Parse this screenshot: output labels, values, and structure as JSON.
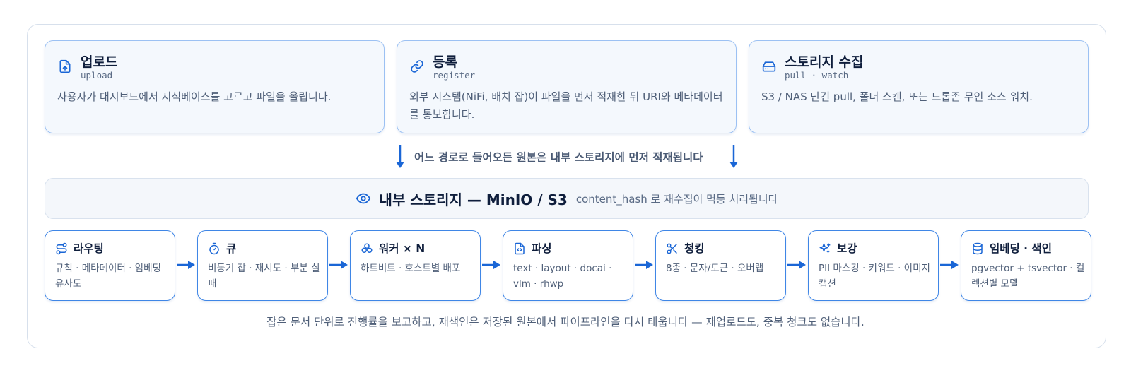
{
  "sources": [
    {
      "title": "업로드",
      "sub": "upload",
      "desc": "사용자가 대시보드에서 지식베이스를 고르고 파일을 올립니다.",
      "icon": "file-upload-icon"
    },
    {
      "title": "등록",
      "sub": "register",
      "desc": "외부 시스템(NiFi, 배치 잡)이 파일을 먼저 적재한 뒤 URI와 메타데이터를 통보합니다.",
      "icon": "link-icon"
    },
    {
      "title": "스토리지 수집",
      "sub": "pull · watch",
      "desc": "S3 / NAS 단건 pull, 폴더 스캔, 또는 드롭존 무인 소스 워치.",
      "icon": "hard-drive-icon"
    }
  ],
  "merge_note": "어느 경로로 들어오든 원본은 내부 스토리지에 먼저 적재됩니다",
  "storage": {
    "title": "내부 스토리지 — MinIO / S3",
    "note": "content_hash 로 재수집이 멱등 처리됩니다",
    "icon": "eye-icon"
  },
  "stages": [
    {
      "title": "라우팅",
      "desc": "규칙 · 메타데이터 · 임베딩 유사도",
      "icon": "route-icon"
    },
    {
      "title": "큐",
      "desc": "비동기 잡 · 재시도 · 부분 실패",
      "icon": "timer-icon"
    },
    {
      "title": "워커 × N",
      "desc": "하트비트 · 호스트별 배포",
      "icon": "workers-icon"
    },
    {
      "title": "파싱",
      "desc": "text · layout · docai · vlm · rhwp",
      "icon": "file-code-icon"
    },
    {
      "title": "청킹",
      "desc": "8종 · 문자/토큰 · 오버랩",
      "icon": "scissors-icon"
    },
    {
      "title": "보강",
      "desc": "PII 마스킹 · 키워드 · 이미지 캡션",
      "icon": "sparkles-icon"
    },
    {
      "title": "임베딩 · 색인",
      "desc": "pgvector + tsvector · 컬렉션별 모델",
      "icon": "database-icon"
    }
  ],
  "footer": "잡은 문서 단위로 진행률을 보고하고, 재색인은 저장된 원본에서 파이프라인을 다시 태웁니다 — 재업로드도, 중복 청크도 없습니다.",
  "colors": {
    "accent": "#1a66d6",
    "border": "#9cc1f3",
    "text": "#0f1e3c",
    "muted": "#4f5f78"
  }
}
